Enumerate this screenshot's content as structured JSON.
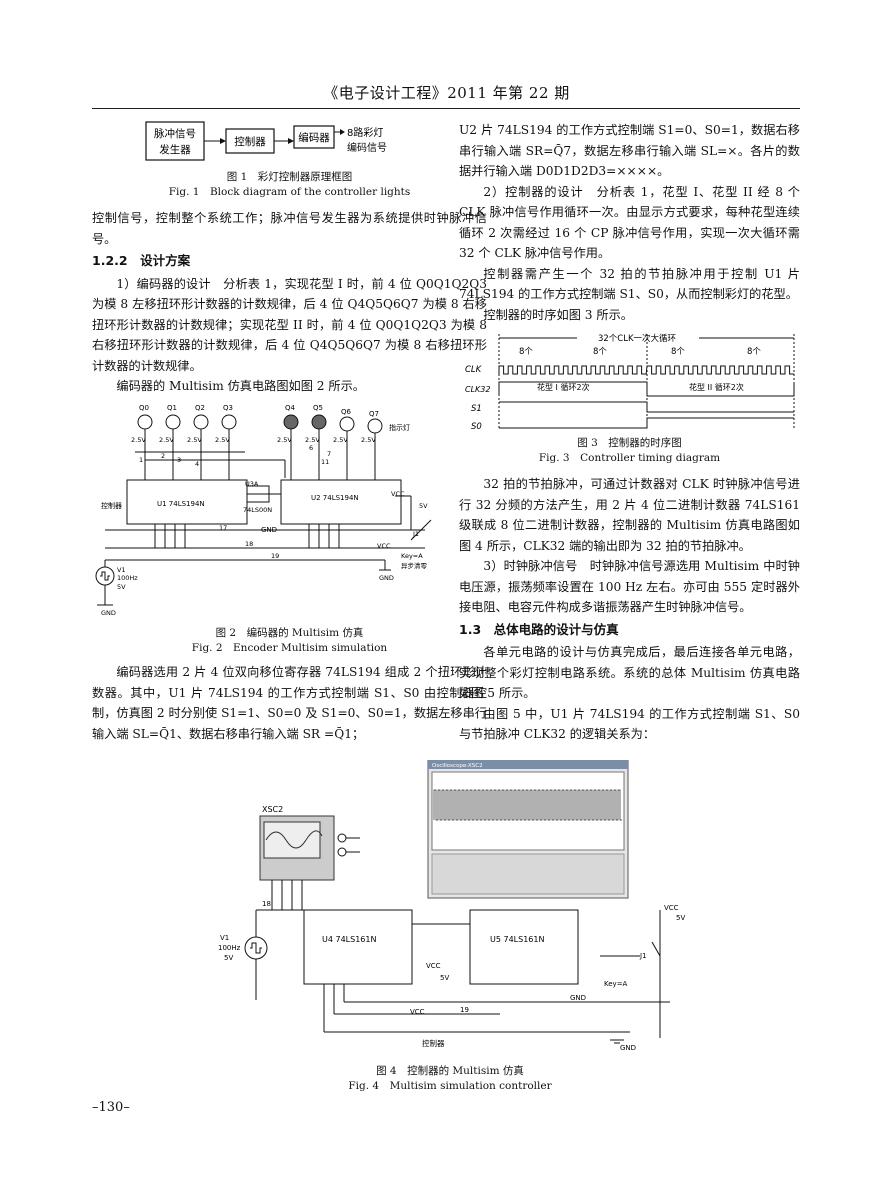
{
  "header": "《电子设计工程》2011 年第 22 期",
  "page_number": "–130–",
  "fig1": {
    "boxes": [
      "脉冲信号",
      "发生器",
      "控制器",
      "编码器"
    ],
    "outputs": [
      "8路彩灯",
      "编码信号"
    ],
    "cap_cn": "图 1　彩灯控制器原理框图",
    "cap_en": "Fig. 1　Block diagram of the controller lights"
  },
  "left": {
    "p0": "控制信号，控制整个系统工作；脉冲信号发生器为系统提供时钟脉冲信号。",
    "h122": "1.2.2　设计方案",
    "p1": "1）编码器的设计　分析表 1，实现花型 I 时，前 4 位 Q0Q1Q2Q3 为模 8 左移扭环形计数器的计数规律，后 4 位 Q4Q5Q6Q7 为模 8 右移扭环形计数器的计数规律；实现花型 II 时，前 4 位 Q0Q1Q2Q3 为模 8 右移扭环形计数器的计数规律，后 4 位 Q4Q5Q6Q7 为模 8 右移扭环形计数器的计数规律。",
    "p2": "编码器的 Multisim 仿真电路图如图 2 所示。",
    "p3": "编码器选用 2 片 4 位双向移位寄存器 74LS194 组成 2 个扭环形计数器。其中，U1 片 74LS194 的工作方式控制端 S1、S0 由控制器控制，仿真图 2 时分别使 S1=1、S0=0 及 S1=0、S0=1，数据左移串行输入端 SL=Q̄1、数据右移串行输入端 SR =Q̄1；"
  },
  "fig2": {
    "q_labels": [
      "Q0",
      "Q1",
      "Q2",
      "Q3",
      "Q4",
      "Q5",
      "Q6",
      "Q7"
    ],
    "volt": "2.5V",
    "indicator": "指示灯",
    "u1": "U1 74LS194N",
    "u2": "U2 74LS194N",
    "u3a": "U3A",
    "nand": "74LS00N",
    "ctrl": "控制器",
    "gnd": "GND",
    "vcc": "VCC",
    "v5": "5V",
    "v1": "V1",
    "hz": "100Hz",
    "key": "Key=A",
    "async": "异步清零",
    "j1": "J1",
    "nodes": [
      "1",
      "2",
      "3",
      "4",
      "6",
      "7",
      "11",
      "17",
      "18",
      "19"
    ],
    "cap_cn": "图 2　编码器的 Multisim 仿真",
    "cap_en": "Fig. 2　Encoder Multisim simulation"
  },
  "right": {
    "p1": "U2 片 74LS194 的工作方式控制端 S1=0、S0=1，数据右移串行输入端 SR=Q̄7，数据左移串行输入端 SL=×。各片的数据并行输入端 D0D1D2D3=××××。",
    "p2": "2）控制器的设计　分析表 1，花型 I、花型 II 经 8 个 CLK 脉冲信号作用循环一次。由显示方式要求，每种花型连续循环 2 次需经过 16 个 CP 脉冲信号作用，实现一次大循环需 32 个 CLK 脉冲信号作用。",
    "p3": "控制器需产生一个 32 拍的节拍脉冲用于控制 U1 片 74LS194 的工作方式控制端 S1、S0，从而控制彩灯的花型。",
    "p4": "控制器的时序如图 3 所示。",
    "p5": "32 拍的节拍脉冲，可通过计数器对 CLK 时钟脉冲信号进行 32 分频的方法产生，用 2 片 4 位二进制计数器 74LS161 级联成 8 位二进制计数器，控制器的 Multisim 仿真电路图如图 4 所示，CLK32 端的输出即为 32 拍的节拍脉冲。",
    "p6": "3）时钟脉冲信号　时钟脉冲信号源选用 Multisim 中时钟电压源，振荡频率设置在 100 Hz 左右。亦可由 555 定时器外接电阻、电容元件构成多谐振荡器产生时钟脉冲信号。",
    "h13": "1.3　总体电路的设计与仿真",
    "p7": "各单元电路的设计与仿真完成后，最后连接各单元电路，实现整个彩灯控制电路系统。系统的总体 Multisim 仿真电路如图 5 所示。",
    "p8": "由图 5 中，U1 片 74LS194 的工作方式控制端 S1、S0 与节拍脉冲 CLK32 的逻辑关系为："
  },
  "fig3": {
    "top": "32个CLK一次大循环",
    "eight": "8个",
    "clk": "CLK",
    "clk32": "CLK32",
    "s1": "S1",
    "s0": "S0",
    "pat1": "花型 I 循环2次",
    "pat2": "花型 II 循环2次",
    "cap_cn": "图 3　控制器的时序图",
    "cap_en": "Fig. 3　Controller timing diagram"
  },
  "fig4": {
    "scope_title": "Oscilloscope-XSC2",
    "xsc2": "XSC2",
    "u4": "U4 74LS161N",
    "u5": "U5 74LS161N",
    "v1": "V1",
    "hz": "100Hz",
    "v5": "5V",
    "vcc": "VCC",
    "gnd": "GND",
    "key": "Key=A",
    "j1": "J1",
    "ctrl": "控制器",
    "n18": "18",
    "n19": "19",
    "cap_cn": "图 4　控制器的 Multisim 仿真",
    "cap_en": "Fig. 4　Multisim simulation controller"
  }
}
